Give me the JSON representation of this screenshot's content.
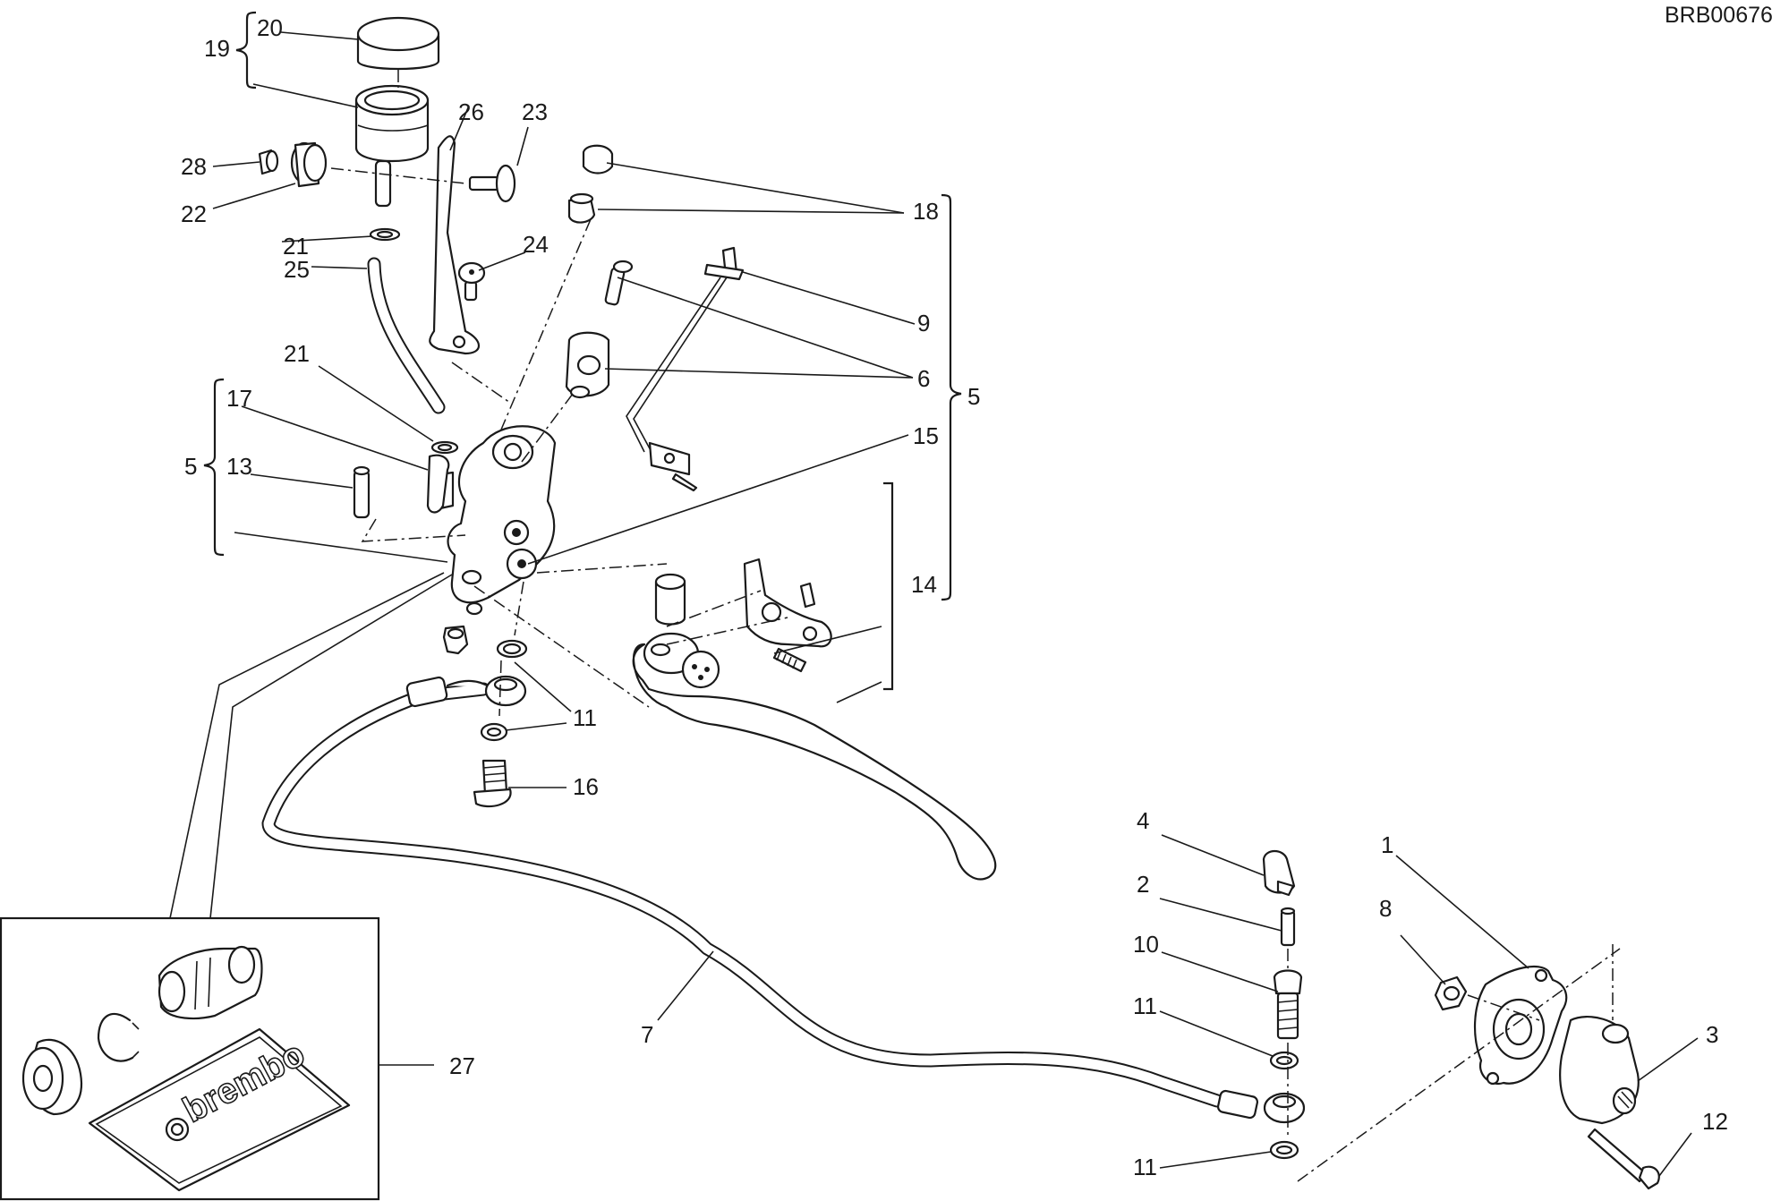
{
  "drawing_code": "BRB00676",
  "callouts": {
    "c1": "1",
    "c2": "2",
    "c3": "3",
    "c4": "4",
    "c5a": "5",
    "c5b": "5",
    "c6": "6",
    "c7": "7",
    "c8": "8",
    "c9": "9",
    "c10": "10",
    "c11a": "11",
    "c11b": "11",
    "c11c": "11",
    "c12": "12",
    "c13": "13",
    "c14": "14",
    "c15": "15",
    "c16": "16",
    "c17": "17",
    "c18": "18",
    "c19": "19",
    "c20": "20",
    "c21a": "21",
    "c21b": "21",
    "c22": "22",
    "c23": "23",
    "c24": "24",
    "c25": "25",
    "c26": "26",
    "c27": "27",
    "c28": "28"
  },
  "kit_logo": "brembo",
  "line_color": "#1a1a1a",
  "background_color": "#ffffff"
}
